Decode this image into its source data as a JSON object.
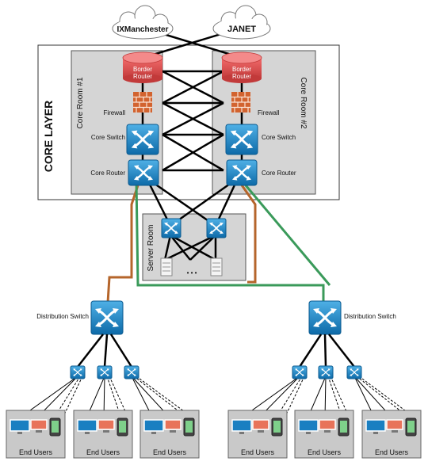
{
  "clouds": {
    "left": "IXManchester",
    "right": "JANET"
  },
  "core": {
    "layer_label": "CORE LAYER",
    "room1_label": "Core Room #1",
    "room2_label": "Core Room #2",
    "border_router_line1": "Border",
    "border_router_line2": "Router",
    "firewall_label": "Firewall",
    "core_switch_label": "Core Switch",
    "core_router_label": "Core Router"
  },
  "server_room": {
    "label": "Server Room",
    "ellipsis": "• • •"
  },
  "distribution": {
    "left_label": "Distribution Switch",
    "right_label": "Distribution Switch"
  },
  "end_users": {
    "labels": [
      "End Users",
      "End Users",
      "End Users",
      "End Users",
      "End Users",
      "End Users"
    ]
  },
  "colors": {
    "switch_blue": "#1a7fc1",
    "router_red": "#d9534f",
    "brick_orange": "#d2632f",
    "room_gray": "#d5d5d5",
    "link_brown": "#b5652b",
    "link_green": "#3a9a5a"
  }
}
